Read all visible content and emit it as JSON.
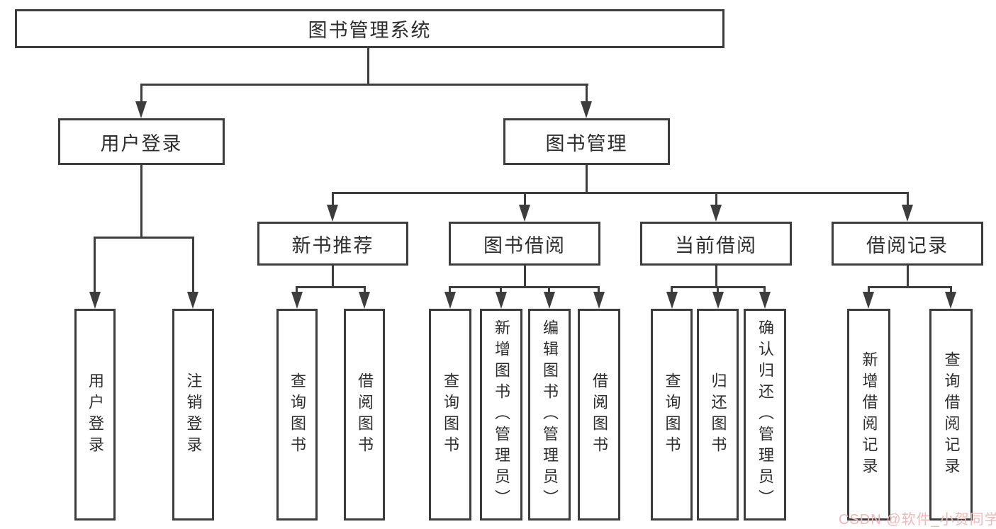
{
  "diagram": {
    "type": "hierarchy-tree",
    "watermark": "CSDN @软件_小贺同学",
    "colors": {
      "line": "#3d3d3d",
      "text": "#2d2d2d",
      "background": "#ffffff",
      "watermark": "#f2b7b7"
    },
    "tree": {
      "label": "图书管理系统",
      "children": [
        {
          "label": "用户登录",
          "children": [
            {
              "label": "用户登录"
            },
            {
              "label": "注销登录"
            }
          ]
        },
        {
          "label": "图书管理",
          "children": [
            {
              "label": "新书推荐",
              "children": [
                {
                  "label": "查询图书"
                },
                {
                  "label": "借阅图书"
                }
              ]
            },
            {
              "label": "图书借阅",
              "children": [
                {
                  "label": "查询图书"
                },
                {
                  "label": "新增图书（管理员）"
                },
                {
                  "label": "编辑图书（管理员）"
                },
                {
                  "label": "借阅图书"
                }
              ]
            },
            {
              "label": "当前借阅",
              "children": [
                {
                  "label": "查询图书"
                },
                {
                  "label": "归还图书"
                },
                {
                  "label": "确认归还（管理员）"
                }
              ]
            },
            {
              "label": "借阅记录",
              "children": [
                {
                  "label": "新增借阅记录"
                },
                {
                  "label": "查询借阅记录"
                }
              ]
            }
          ]
        }
      ]
    }
  }
}
